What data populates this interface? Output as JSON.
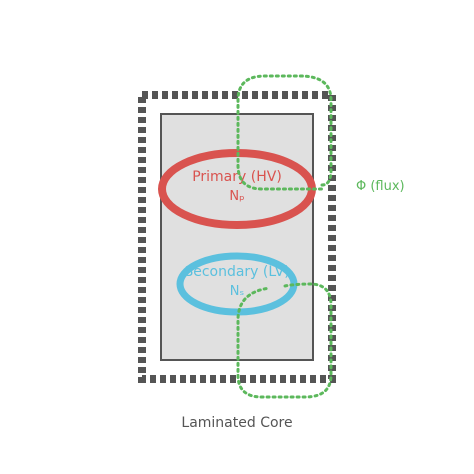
{
  "primary": {
    "label": "Primary (HV)",
    "turns": "Nₚ",
    "color": "#d9534f"
  },
  "secondary": {
    "label": "Secondary (LV)",
    "turns": "Nₛ",
    "color": "#5bc0de"
  },
  "flux": {
    "label": "Φ (flux)",
    "color": "#5cb85c"
  },
  "core": {
    "label": "Laminated Core",
    "color": "#555555",
    "fill": "#e0e0e0"
  }
}
